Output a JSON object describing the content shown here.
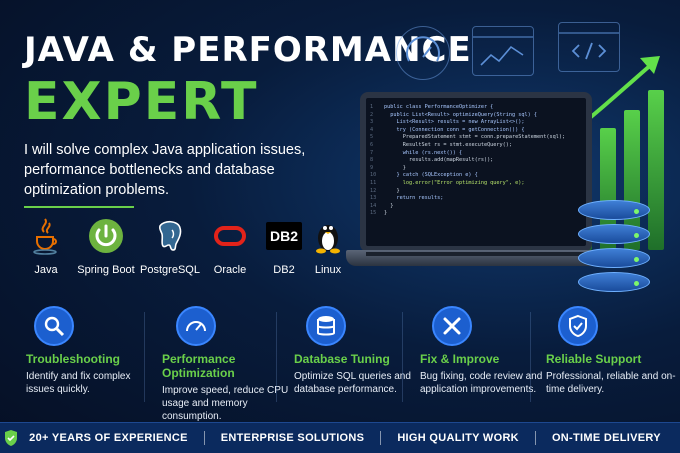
{
  "header": {
    "title_line1": "JAVA & PERFORMANCE",
    "title_line2": "EXPERT",
    "subtitle": "I will solve complex Java application issues, performance bottlenecks and database optimization problems."
  },
  "technologies": [
    {
      "label": "Java",
      "icon": "java-icon"
    },
    {
      "label": "Spring Boot",
      "icon": "spring-boot-icon"
    },
    {
      "label": "PostgreSQL",
      "icon": "postgresql-icon"
    },
    {
      "label": "Oracle",
      "icon": "oracle-icon"
    },
    {
      "label": "DB2",
      "icon": "db2-icon",
      "badge": "DB2"
    },
    {
      "label": "Linux",
      "icon": "linux-icon"
    }
  ],
  "code_lines": [
    "public class PerformanceOptimizer {",
    "  public List<Result> optimizeQuery(String sql) {",
    "    List<Result> results = new ArrayList<>();",
    "    try (Connection conn = getConnection()) {",
    "      PreparedStatement stmt = conn.prepareStatement(sql);",
    "      ResultSet rs = stmt.executeQuery();",
    "      while (rs.next()) {",
    "        results.add(mapResult(rs));",
    "      }",
    "    } catch (SQLException e) {",
    "      log.error(\"Error optimizing query\", e);",
    "    }",
    "    return results;",
    "  }",
    "}"
  ],
  "features": [
    {
      "icon": "magnifier-icon",
      "title": "Troubleshooting",
      "desc": "Identify and fix complex issues quickly."
    },
    {
      "icon": "speedometer-icon",
      "title": "Performance Optimization",
      "desc": "Improve speed, reduce CPU usage and memory consumption."
    },
    {
      "icon": "database-icon",
      "title": "Database Tuning",
      "desc": "Optimize SQL queries and database performance."
    },
    {
      "icon": "tools-icon",
      "title": "Fix & Improve",
      "desc": "Bug fixing, code review and application improvements."
    },
    {
      "icon": "shield-check-icon",
      "title": "Reliable Support",
      "desc": "Professional, reliable and on-time delivery."
    }
  ],
  "bottom_bar": {
    "items": [
      "20+ YEARS OF EXPERIENCE",
      "ENTERPRISE SOLUTIONS",
      "HIGH QUALITY WORK",
      "ON-TIME DELIVERY"
    ]
  },
  "colors": {
    "accent_green": "#6ad04a",
    "accent_blue": "#1c5fcf",
    "background": "#081c3c"
  }
}
